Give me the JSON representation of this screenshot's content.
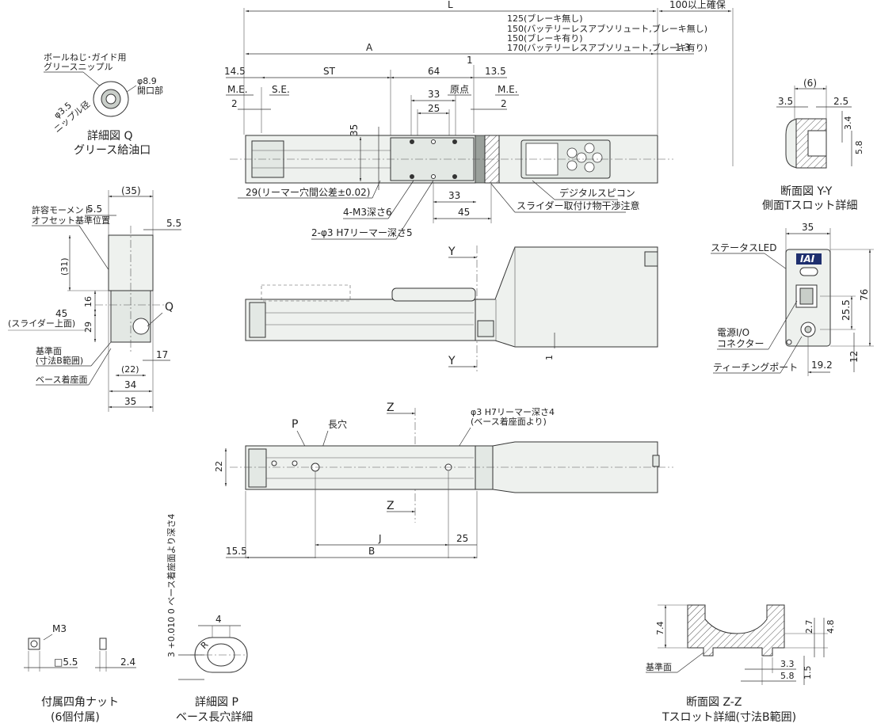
{
  "top_view": {
    "L": "L",
    "clearance": "100以上確保",
    "L_values": [
      "125(ブレーキ無し)",
      "150(バッテリーレスアブソリュート,ブレーキ無し)",
      "150(ブレーキ有り)",
      "170(バッテリーレスアブソリュート,ブレーキ有り)"
    ],
    "A": "A",
    "gap_1_3": "1.3",
    "dim_14_5": "14.5",
    "ST": "ST",
    "dim_64": "64",
    "dim_1": "1",
    "dim_13_5": "13.5",
    "ME_left": "M.E.",
    "SE": "S.E.",
    "origin": "原点",
    "ME_right": "M.E.",
    "dim_2_left": "2",
    "dim_33_top": "33",
    "dim_25": "25",
    "dim_2_right": "2",
    "dim_35": "35",
    "reamer_29": "29(リーマー穴間公差±0.02)",
    "m3": "4-M3深さ6",
    "phi3_reamer": "2-φ3 H7リーマー深さ5",
    "dim_33_bottom": "33",
    "dim_45": "45",
    "digital_speed": "デジタルスピコン",
    "slider_note": "スライダー取付け物干渉注意"
  },
  "detail_q": {
    "nipple": "ボールねじ･ガイド用\nグリースニップル",
    "phi89": "φ8.9",
    "opening": "開口部",
    "phi35": "φ3.5",
    "nipple_dia": "ニップル径",
    "title": "詳細図 Q",
    "subtitle": "グリース給油口"
  },
  "end_view": {
    "dim_35_top": "(35)",
    "dim_5_5_left": "5.5",
    "dim_5_5_right": "5.5",
    "moment": "許容モーメント",
    "moment2": "オフセット基準位置",
    "dim_31": "(31)",
    "dim_16": "16",
    "dim_45": "45",
    "slider_top": "(スライダー上面)",
    "dim_29": "29",
    "Q": "Q",
    "ref_face": "基準面",
    "ref_range": "(寸法B範囲)",
    "dim_17": "17",
    "dim_22": "(22)",
    "base_face": "ベース着座面",
    "dim_34": "34",
    "dim_35_bottom": "35"
  },
  "section_yy": {
    "dim_6": "(6)",
    "dim_3_5": "3.5",
    "dim_2_5": "2.5",
    "dim_3_4": "3.4",
    "dim_5_8": "5.8",
    "title": "断面図 Y-Y",
    "subtitle": "側面Tスロット詳細"
  },
  "side_view": {
    "Y_top": "Y",
    "Y_bottom": "Y",
    "dim_1": "1"
  },
  "motor_end": {
    "dim_35": "35",
    "status_led": "ステータスLED",
    "dim_76": "76",
    "dim_25_5": "25.5",
    "power": "電源I/O",
    "connector": "コネクター",
    "teaching": "ティーチングポート",
    "dim_19_2": "19.2",
    "dim_12": "12",
    "logo": "IAI"
  },
  "bottom_view": {
    "Z_top": "Z",
    "Z_bottom": "Z",
    "P": "P",
    "slot": "長穴",
    "phi3": "φ3 H7リーマー深さ4",
    "phi3_2": "(ベース着座面より)",
    "dim_22": "22",
    "J": "J",
    "dim_25": "25",
    "dim_15_5": "15.5",
    "B": "B"
  },
  "nut": {
    "m3": "M3",
    "sq": "□5.5",
    "dim_2_4": "2.4",
    "title": "付属四角ナット",
    "subtitle": "(6個付属)"
  },
  "detail_p": {
    "vert_label": "3 +0.010 0 ベース着座面より深さ4",
    "dim_4": "4",
    "R": "R",
    "title": "詳細図 P",
    "subtitle": "ベース長穴詳細"
  },
  "section_zz": {
    "dim_7_4": "7.4",
    "dim_2_7": "2.7",
    "dim_4_8": "4.8",
    "ref_face": "基準面",
    "dim_3_3": "3.3",
    "dim_5_8": "5.8",
    "dim_1_5": "1.5",
    "title": "断面図 Z-Z",
    "subtitle": "Tスロット詳細(寸法B範囲)"
  }
}
